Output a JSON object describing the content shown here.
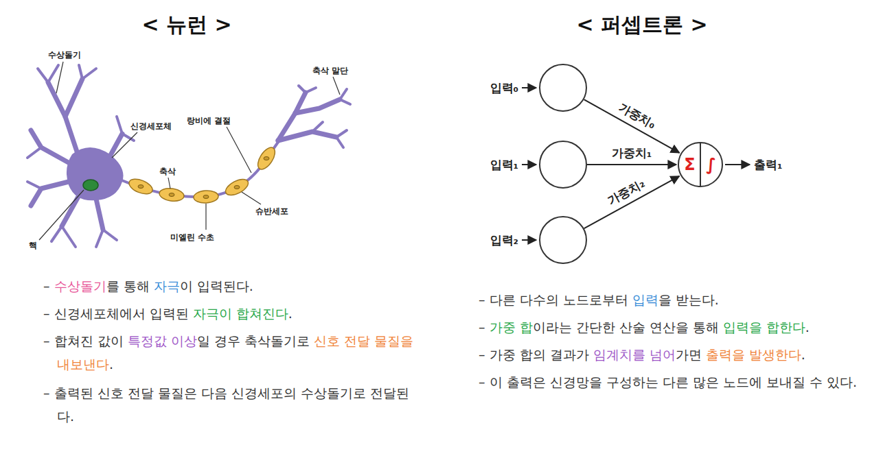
{
  "diagram": {
    "nodes": [
      {
        "text": [
          "입력₀"
        ]
      },
      {
        "text": [
          "입력₁"
        ]
      },
      {
        "text": [
          "입력₂"
        ]
      },
      {
        "text": [
          "Σ",
          "∫"
        ]
      }
    ],
    "edges": [
      {
        "from": 0,
        "to": 3,
        "label": "가중치₀",
        "arrow": "to"
      },
      {
        "from": 1,
        "to": 3,
        "label": "가중치₁",
        "arrow": "to"
      },
      {
        "from": 2,
        "to": 3,
        "label": "가중치₂",
        "arrow": "to"
      }
    ],
    "labels": [
      "< 뉴런 >",
      "< 퍼셉트론 >",
      "수상돌기",
      "신경세포체",
      "랑비에 결절",
      "축삭 말단",
      "축삭",
      "슈반세포",
      "미엘린 수초",
      "핵",
      "– 수상돌기를 통해 자극이 입력된다.",
      "– 신경세포체에서 입력된 자극이 합쳐진다.",
      "– 합쳐진 값이 특정값 이상일 경우 축삭돌기로 신호 전달 물질을 내보낸다.",
      "– 출력된 신호 전달 물질은 다음 신경세포의 수상돌기로 전달된다.",
      "– 다른 다수의 노드로부터 입력을 받는다.",
      "– 가중 합이라는 간단한 산술 연산을 통해 입력을 합한다.",
      "– 가중 합의 결과가 임계치를 넘어가면 출력을 발생한다.",
      "– 이 출력은 신경망을 구성하는 다른 많은 노드에 보내질 수 있다.",
      "출력₁"
    ]
  }
}
